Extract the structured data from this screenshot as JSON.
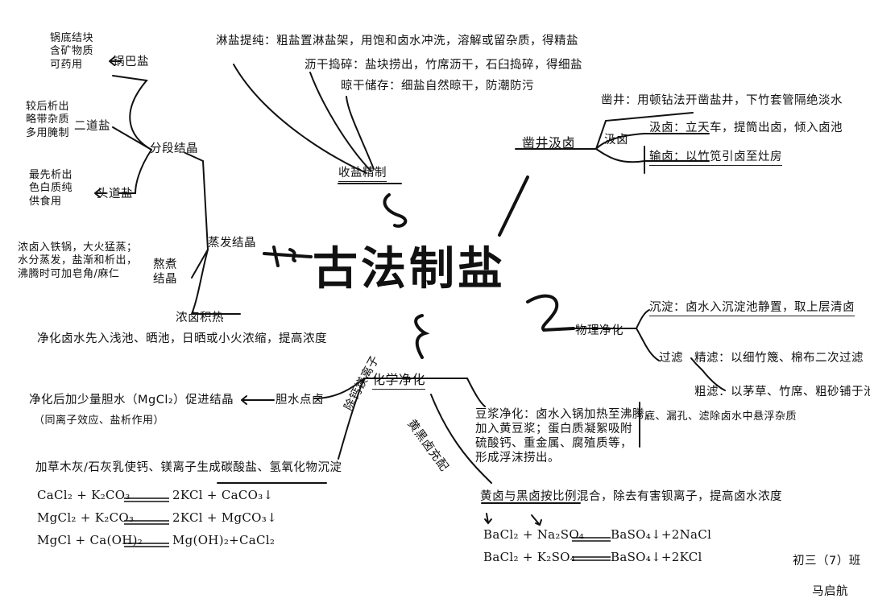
{
  "center_title": "古法制盐",
  "top": {
    "branch": "收盐精制",
    "items": [
      "淋盐提纯：粗盐置淋盐架，用饱和卤水冲洗，溶解或留杂质，得精盐",
      "沥干捣碎：盐块捞出，竹席沥干，石臼捣碎，得细盐",
      "晾干储存：细盐自然晾干，防潮防污"
    ]
  },
  "left": {
    "sub_branch": "分段结晶",
    "second_salt": "二道盐",
    "second_salt_note": [
      "较后析出",
      "略带杂质",
      "多用腌制"
    ],
    "first_salt": "头道盐",
    "first_salt_note": [
      "最先析出",
      "色白质纯",
      "供食用"
    ],
    "pot_salt": "锅巴盐",
    "pot_salt_note": [
      "锅底结块",
      "含矿物质",
      "可药用"
    ],
    "branch": "蒸发结晶",
    "boil_crystal": [
      "熬煮",
      "结晶"
    ],
    "boil_note": [
      "浓卤入铁锅，大火猛蒸；",
      "水分蒸发，盐渐和析出，",
      "沸腾时可加皂角/麻仁"
    ],
    "concentrate": "浓卤积热",
    "concentrate_note": "净化卤水先入浅池、晒池，日晒或小火浓缩，提高浓度"
  },
  "right_top": {
    "branch": "凿井汲卤",
    "drill": "凿井：用顿钻法开凿盐井，下竹套管隔绝淡水",
    "draw": "汲卤",
    "draw_items": [
      "汲卤：立天车，提筒出卤，倾入卤池",
      "输卤：以竹笕引卤至灶房"
    ]
  },
  "right_mid": {
    "branch": "物理净化",
    "settle": "沉淀：卤水入沉淀池静置，取上层清卤",
    "filter": "过滤",
    "fine": "精滤：以细竹篾、棉布二次过滤",
    "coarse": "粗滤：以茅草、竹席、粗砂铺于池"
  },
  "bottom": {
    "branch": "化学净化",
    "gypsum_branch": "胆水点卤",
    "gypsum_note": "净化后加少量胆水（MgCl₂）促进结晶",
    "gypsum_note2": "（同离子效应、盐析作用）",
    "removal_branch": "除钙镁离子",
    "removal_note": "加草木灰/石灰乳使钙、镁离子生成碳酸盐、氢氧化物沉淀",
    "removal_eqs": [
      [
        "CaCl₂ + K₂CO₃",
        "2KCl + CaCO₃↓"
      ],
      [
        "MgCl₂ + K₂CO₃",
        "2KCl + MgCO₃↓"
      ],
      [
        "MgCl + Ca(OH)₂",
        "Mg(OH)₂+CaCl₂"
      ]
    ],
    "soymilk": [
      "豆浆净化：卤水入锅加热至沸腾，",
      "加入黄豆浆；蛋白质凝絮吸附",
      "硫酸钙、重金属、腐殖质等，",
      "形成浮沫捞出。"
    ],
    "soymilk_tail": "底、漏孔、滤除卤水中悬浮杂质",
    "brine_mix_branch": "黄黑卤充配",
    "brine_mix_note": "黄卤与黑卤按比例混合，除去有害钡离子，提高卤水浓度",
    "brine_eqs": [
      [
        "BaCl₂ + Na₂SO₄",
        "BaSO₄↓+2NaCl"
      ],
      [
        "BaCl₂ + K₂SO₄",
        "BaSO₄↓+2KCl"
      ]
    ]
  },
  "signature": {
    "class": "初三（7）班",
    "name": "马启航"
  }
}
